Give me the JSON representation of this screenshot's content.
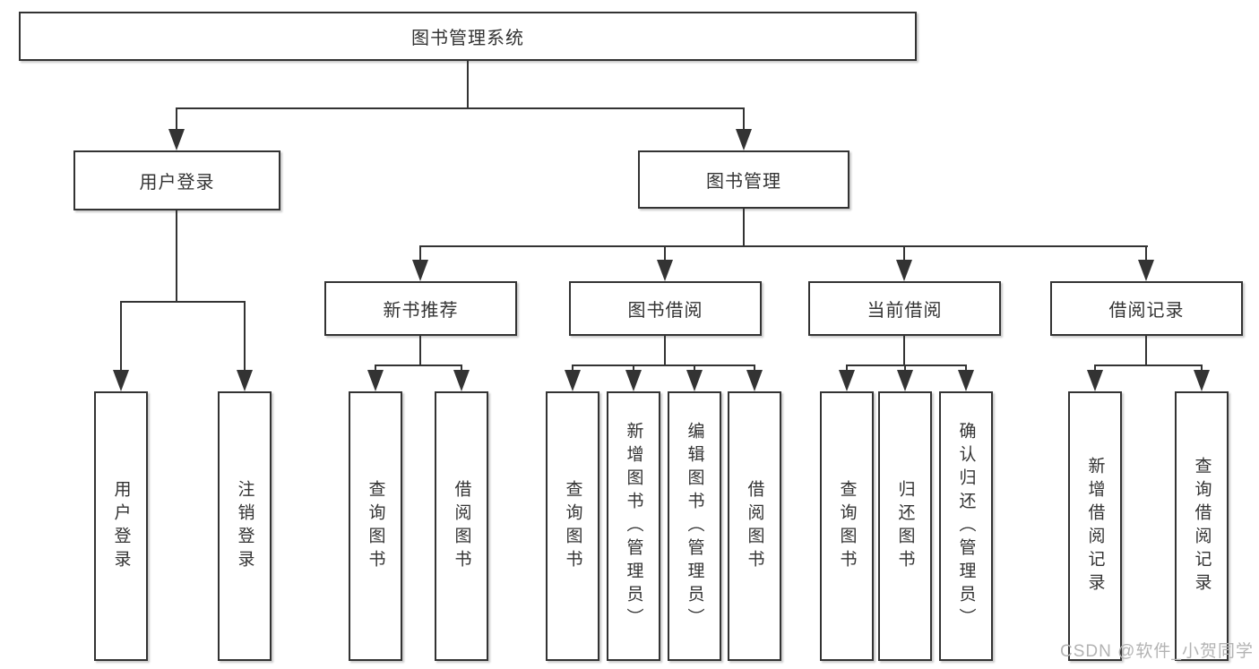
{
  "diagram": {
    "type": "tree",
    "title": "图书管理系统",
    "level2": [
      {
        "label": "用户登录"
      },
      {
        "label": "图书管理"
      }
    ],
    "level3": [
      {
        "label": "新书推荐",
        "parent": "图书管理"
      },
      {
        "label": "图书借阅",
        "parent": "图书管理"
      },
      {
        "label": "当前借阅",
        "parent": "图书管理"
      },
      {
        "label": "借阅记录",
        "parent": "图书管理"
      }
    ],
    "leaves": [
      {
        "label": "用户登录",
        "parent": "用户登录"
      },
      {
        "label": "注销登录",
        "parent": "用户登录"
      },
      {
        "label": "查询图书",
        "parent": "新书推荐"
      },
      {
        "label": "借阅图书",
        "parent": "新书推荐"
      },
      {
        "label": "查询图书",
        "parent": "图书借阅"
      },
      {
        "label": "新增图书（管理员）",
        "parent": "图书借阅"
      },
      {
        "label": "编辑图书（管理员）",
        "parent": "图书借阅"
      },
      {
        "label": "借阅图书",
        "parent": "图书借阅"
      },
      {
        "label": "查询图书",
        "parent": "当前借阅"
      },
      {
        "label": "归还图书",
        "parent": "当前借阅"
      },
      {
        "label": "确认归还（管理员）",
        "parent": "当前借阅"
      },
      {
        "label": "新增借阅记录",
        "parent": "借阅记录"
      },
      {
        "label": "查询借阅记录",
        "parent": "借阅记录"
      }
    ]
  },
  "watermark": {
    "text": "CSDN @软件_小贺同学"
  },
  "colors": {
    "line": "#333333",
    "box_border": "#333333",
    "box_bg": "#ffffff",
    "watermark": "#b3b3b3"
  }
}
